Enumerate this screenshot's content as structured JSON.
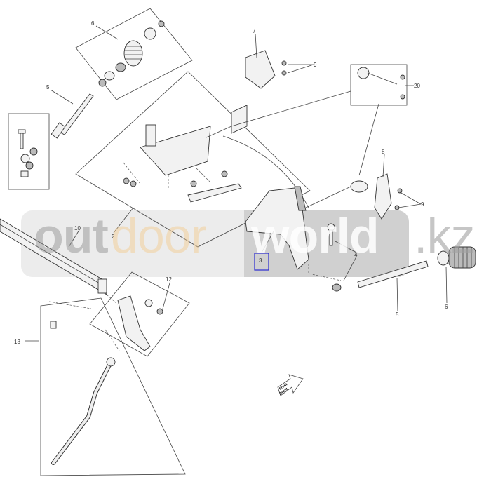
{
  "diagram": {
    "callouts": {
      "c6_top": "6",
      "c5_left": "5",
      "c7": "7",
      "c9_top": "9",
      "c20": "20",
      "c8": "8",
      "c9_right": "9",
      "c10": "10",
      "c2": "2",
      "c3": "3",
      "c4": "4",
      "c5_right": "5",
      "c6_right": "6",
      "c12": "12",
      "c13": "13"
    },
    "direction_arrow": {
      "line1": "Front",
      "line2": "Avant"
    }
  },
  "watermark": {
    "part1": "out",
    "part2": "door",
    "part3": "world",
    "part4": ".kz",
    "accent": "#f5c98a"
  }
}
